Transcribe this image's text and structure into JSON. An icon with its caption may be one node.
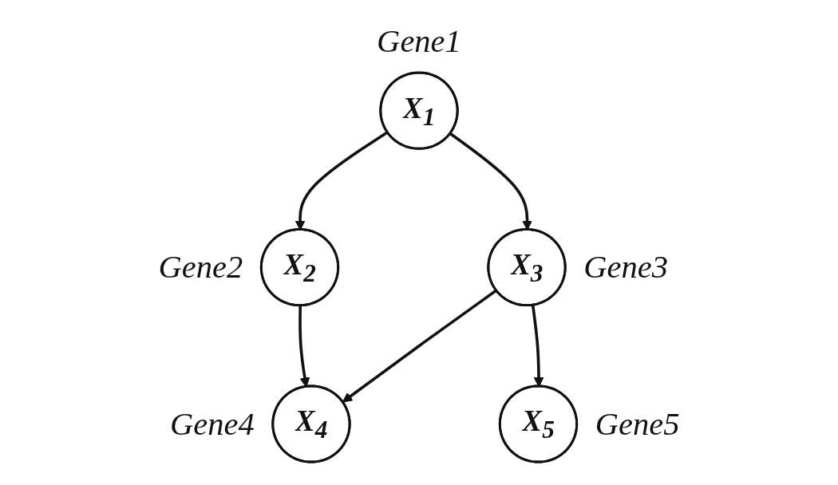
{
  "diagram": {
    "nodes": [
      {
        "text": [
          "X$_{1}$"
        ],
        "beside": [
          "Gene1"
        ]
      },
      {
        "text": [
          "X$_{2}$"
        ],
        "beside": [
          "Gene2"
        ]
      },
      {
        "text": [
          "X$_{3}$"
        ],
        "beside": [
          "Gene3"
        ]
      },
      {
        "text": [
          "X$_{4}$"
        ],
        "beside": [
          "Gene4"
        ]
      },
      {
        "text": [
          "X$_{5}$"
        ],
        "beside": [
          "Gene5"
        ]
      }
    ],
    "edges": [
      {
        "from": 0,
        "to": 1,
        "arrow": "to"
      },
      {
        "from": 0,
        "to": 2,
        "arrow": "to"
      },
      {
        "from": 1,
        "to": 3,
        "arrow": "to"
      },
      {
        "from": 2,
        "to": 3,
        "arrow": "to"
      },
      {
        "from": 2,
        "to": 4,
        "arrow": "to"
      }
    ]
  }
}
